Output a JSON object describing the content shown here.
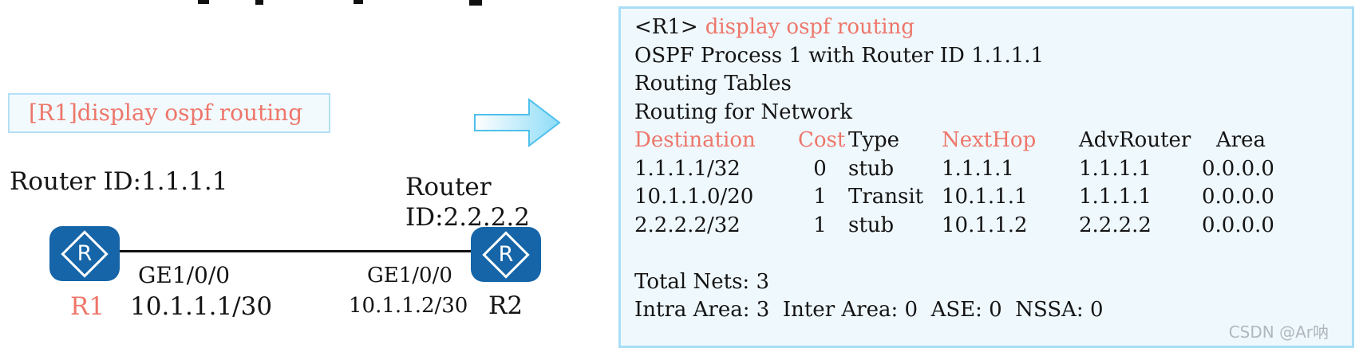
{
  "top_fragments_note": "clipped text edge at top of screenshot",
  "diagram": {
    "command_label": "[R1]display ospf routing",
    "router1": {
      "id_label": "Router ID:1.1.1.1",
      "name": "R1",
      "interface": "GE1/0/0",
      "ip": "10.1.1.1/30",
      "icon_letter": "R"
    },
    "router2": {
      "id_label_line1": "Router",
      "id_label_line2": "ID:2.2.2.2",
      "name": "R2",
      "interface": "GE1/0/0",
      "ip": "10.1.1.2/30",
      "icon_letter": "R"
    }
  },
  "terminal": {
    "prompt": "<R1>",
    "command": "display ospf routing",
    "lines": [
      "OSPF Process 1 with Router ID 1.1.1.1",
      "Routing Tables",
      "Routing for Network"
    ],
    "table": {
      "headers": [
        "Destination",
        "Cost",
        "Type",
        "NextHop",
        "AdvRouter",
        "Area"
      ],
      "rows": [
        [
          "1.1.1.1/32",
          "0",
          "stub",
          "1.1.1.1",
          "1.1.1.1",
          "0.0.0.0"
        ],
        [
          "10.1.1.0/20",
          "1",
          "Transit",
          "10.1.1.1",
          "1.1.1.1",
          "0.0.0.0"
        ],
        [
          "2.2.2.2/32",
          "1",
          "stub",
          "10.1.1.2",
          "2.2.2.2",
          "0.0.0.0"
        ]
      ]
    },
    "summary_line1": "Total Nets: 3",
    "summary_line2": "Intra Area: 3  Inter Area: 0  ASE: 0  NSSA: 0"
  },
  "watermark": "CSDN @Ar呐",
  "colors": {
    "accent-red": "#ee766a",
    "text-black": "#141414",
    "panel-bg": "#eff8fd",
    "panel-border": "#a8def5",
    "box-bg": "#f2fafe",
    "box-border": "#b4e0f5",
    "router-blue": "#1565a8",
    "arrow-blue": "#8edcf7",
    "arrow-border": "#4ec0ec",
    "watermark-gray": "#b0b8be"
  }
}
